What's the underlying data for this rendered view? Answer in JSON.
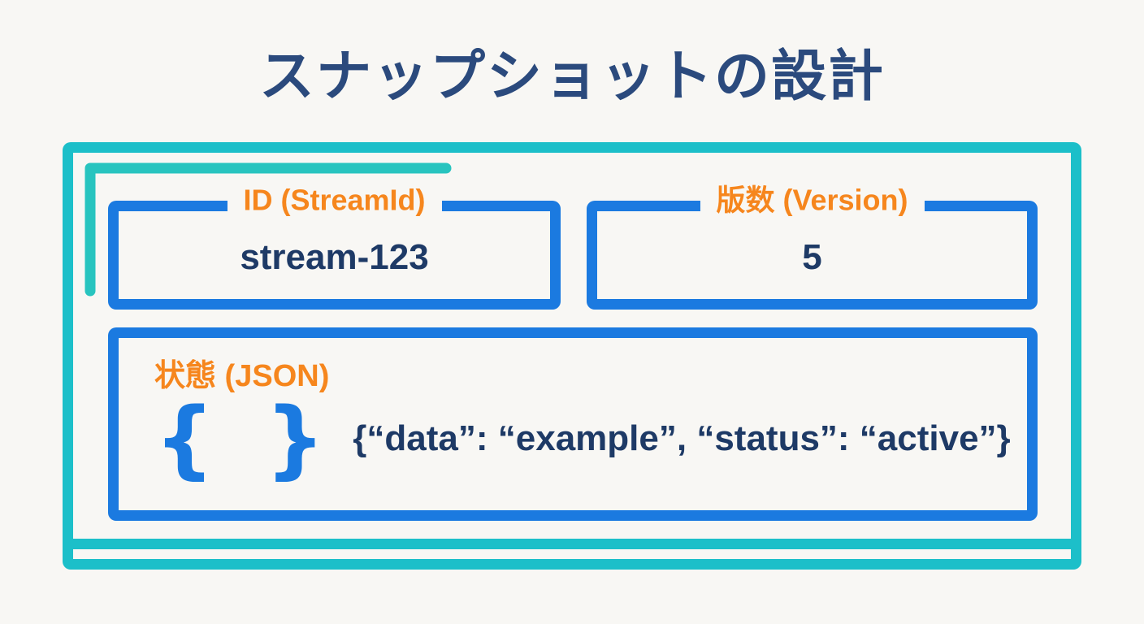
{
  "title": "スナップショットの設計",
  "diagram": {
    "fields": [
      {
        "label": "ID (StreamId)",
        "value": "stream-123"
      },
      {
        "label": "版数 (Version)",
        "value": "5"
      }
    ],
    "state_field": {
      "label": "状態 (JSON)",
      "icon_glyph": "{ }",
      "value": "{“data”: “example”, “status”: “active”}"
    }
  },
  "colors": {
    "background": "#f8f7f4",
    "teal": "#1cbfc9",
    "teal_accent": "#28c4bf",
    "blue": "#1b7ae0",
    "orange": "#f6861d",
    "navy": "#1e3a66",
    "title_navy": "#2b4a7d"
  }
}
